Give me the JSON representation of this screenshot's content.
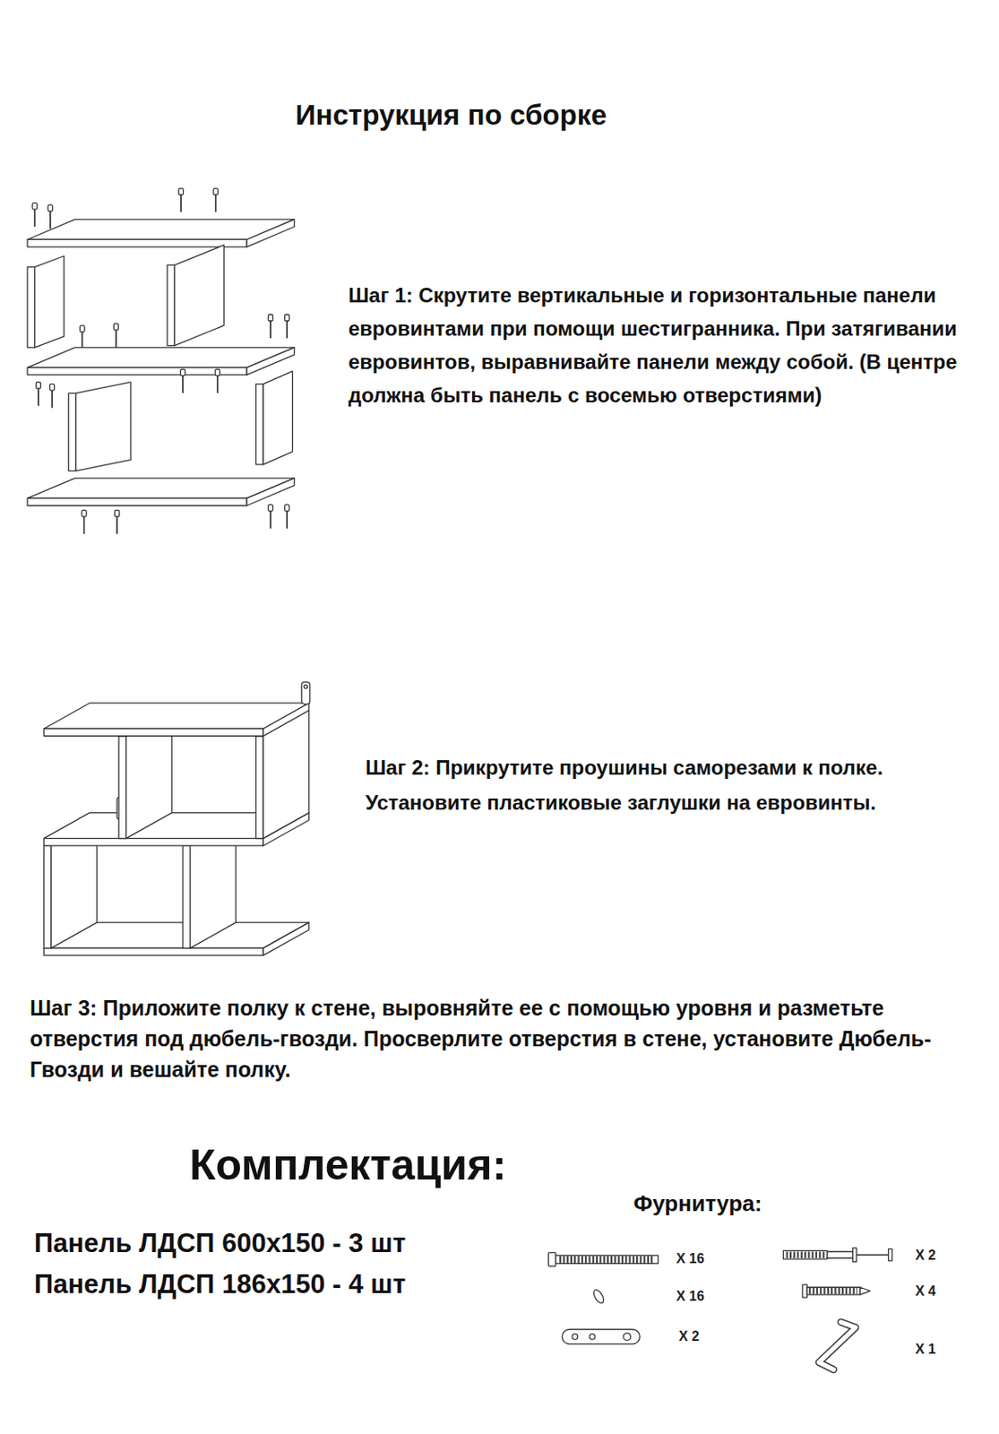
{
  "diagram": {
    "title": "Инструкция по сборке",
    "labels": [
      "Шаг 1: Скрутите вертикальные и горизонтальные панели евровинтами при помощи шестигранника. При затягивании евровинтов, выравнивайте панели между собой. (В центре должна быть панель с восемью отверстиями)",
      "Шаг 2: Прикрутите проушины саморезами к полке. Установите пластиковые заглушки на евровинты.",
      "Шаг 3: Приложите полку к стене, выровняйте ее с помощью уровня и разметьте отверстия под дюбель-гвозди. Просверлите отверстия в стене, установите Дюбель-Гвозди и вешайте полку.",
      "Комплектация:",
      "Панель ЛДСП 600x150 - 3 шт",
      "Панель ЛДСП 186x150 - 4 шт",
      "Фурнитура:",
      "X 16",
      "X 2",
      "X 16",
      "X 4",
      "X 2",
      "X 1"
    ]
  }
}
